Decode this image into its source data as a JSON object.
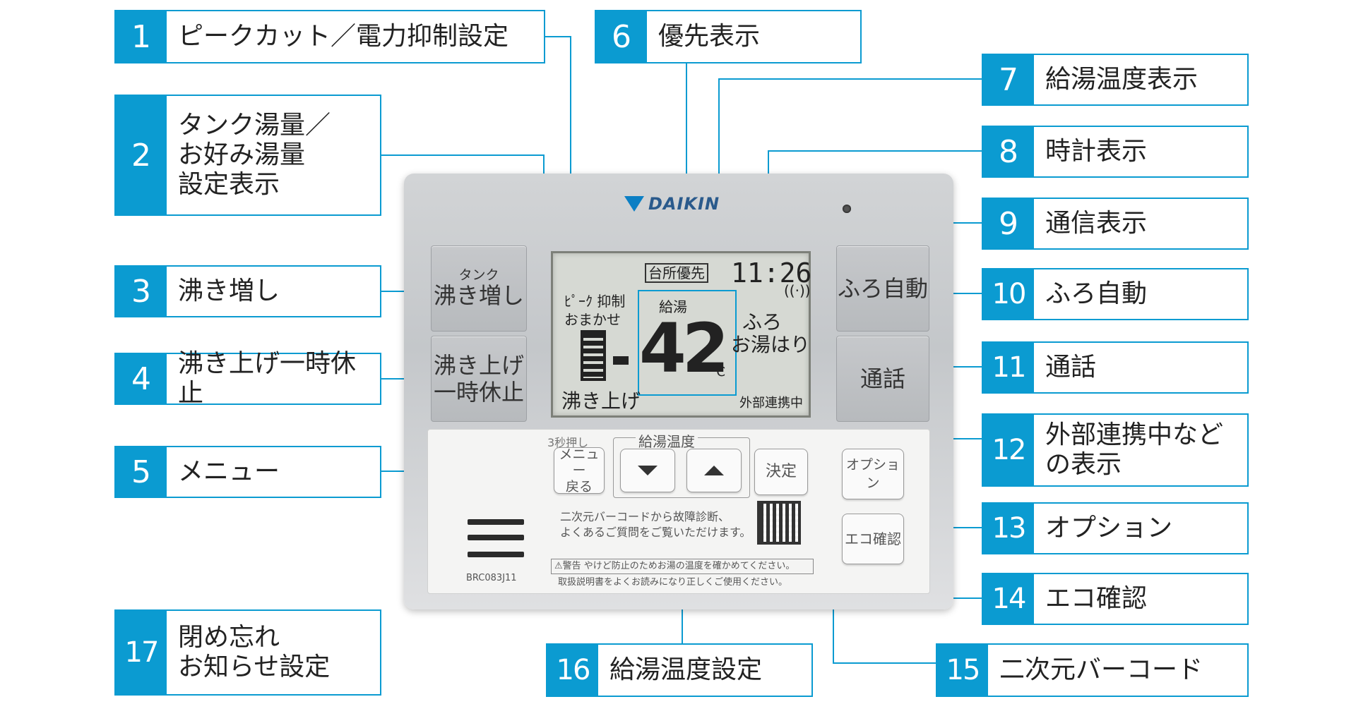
{
  "brand": {
    "name": "DAIKIN",
    "model": "BRC083J11"
  },
  "lcd": {
    "priority_badge": "台所優先",
    "clock": "11:26",
    "peak_label": "ﾋﾟｰｸ 抑制",
    "omakase_label": "おまかせ",
    "supply_label": "給湯",
    "temperature": "42",
    "unit": "℃",
    "bath_line1": "ふろ",
    "bath_line2": "お湯はり",
    "boiling_label": "沸き上げ",
    "external_label": "外部連携中"
  },
  "buttons": {
    "boost_small": "タンク",
    "boost_big": "沸き増し",
    "pause_big": "沸き上げ\n一時休止",
    "bath_auto": "ふろ自動",
    "intercom": "通話",
    "menu": "メニュー\n戻る",
    "hold_hint": "3秒押し",
    "temp_group": "給湯温度",
    "decide": "決定",
    "option": "オプション",
    "eco": "エコ確認"
  },
  "panel_text": {
    "qr_help": "二次元バーコードから故障診断、\nよくあるご質問をご覧いただけます。",
    "warning": "⚠警告 やけど防止のためお湯の温度を確かめてください。",
    "manual": "取扱説明書をよくお読みになり正しくご使用ください。"
  },
  "callouts": [
    {
      "num": "1",
      "label": "ピークカット／電力抑制設定"
    },
    {
      "num": "2",
      "label": "タンク湯量／\nお好み湯量\n設定表示"
    },
    {
      "num": "3",
      "label": "沸き増し"
    },
    {
      "num": "4",
      "label": "沸き上げ一時休止"
    },
    {
      "num": "5",
      "label": "メニュー"
    },
    {
      "num": "6",
      "label": "優先表示"
    },
    {
      "num": "7",
      "label": "給湯温度表示"
    },
    {
      "num": "8",
      "label": "時計表示"
    },
    {
      "num": "9",
      "label": "通信表示"
    },
    {
      "num": "10",
      "label": "ふろ自動"
    },
    {
      "num": "11",
      "label": "通話"
    },
    {
      "num": "12",
      "label": "外部連携中など\nの表示"
    },
    {
      "num": "13",
      "label": "オプション"
    },
    {
      "num": "14",
      "label": "エコ確認"
    },
    {
      "num": "15",
      "label": "二次元バーコード"
    },
    {
      "num": "16",
      "label": "給湯温度設定"
    },
    {
      "num": "17",
      "label": "閉め忘れ\nお知らせ設定"
    }
  ],
  "colors": {
    "accent": "#0b9bd1",
    "lcd_bg": "#d6d9d3"
  }
}
